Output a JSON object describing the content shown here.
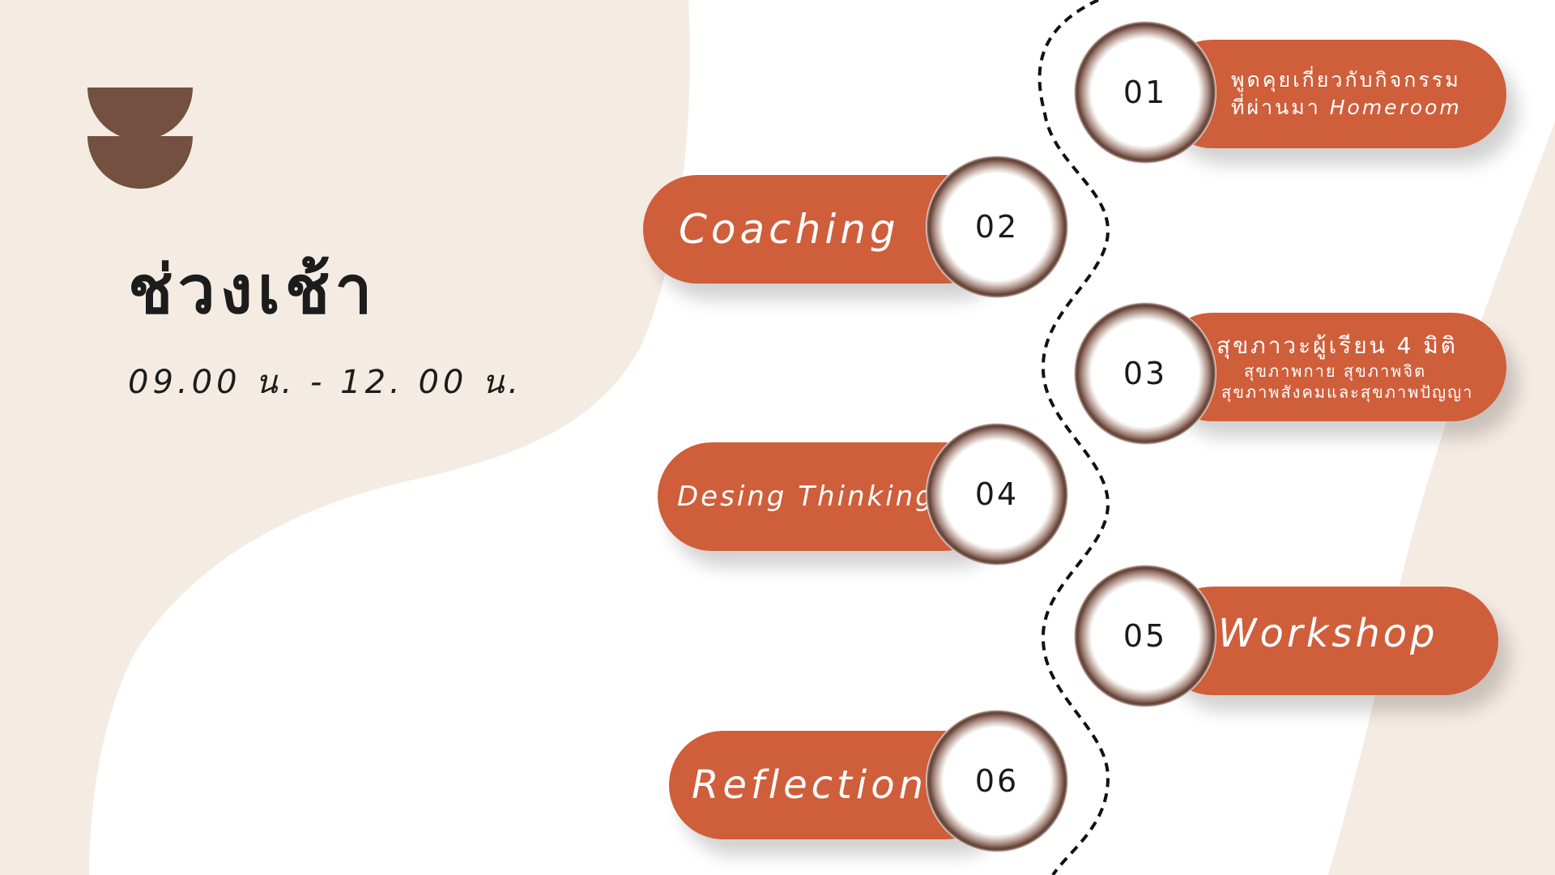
{
  "header": {
    "title": "ช่วงเช้า",
    "time": "09.00 น. - 12. 00 น."
  },
  "colors": {
    "accent": "#cf5e3b",
    "logo": "#73503f",
    "beige": "#f4ebe3",
    "text": "#1c1c1c"
  },
  "icons": {
    "logo": "stacked-half-circles-icon"
  },
  "steps": [
    {
      "number": "01",
      "line1": "พูดคุยเกี่ยวกับกิจกรรม",
      "line2_thai": "ที่ผ่านมา ",
      "line2_en": "Homeroom"
    },
    {
      "number": "02",
      "label": "Coaching"
    },
    {
      "number": "03",
      "line1": "สุขภาวะผู้เรียน 4 มิติ",
      "line2": "สุขภาพกาย สุขภาพจิต",
      "line3": "สุขภาพสังคมและสุขภาพปัญญา"
    },
    {
      "number": "04",
      "label": "Desing Thinking"
    },
    {
      "number": "05",
      "label": "Workshop"
    },
    {
      "number": "06",
      "label": "Reflection"
    }
  ]
}
